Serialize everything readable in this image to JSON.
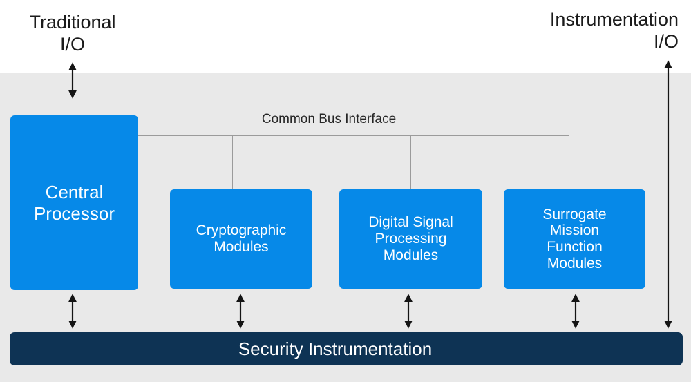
{
  "labels": {
    "traditional_io": "Traditional\nI/O",
    "instrumentation_io": "Instrumentation\nI/O",
    "common_bus": "Common Bus Interface"
  },
  "modules": {
    "central_processor": "Central\nProcessor",
    "cryptographic": "Cryptographic\nModules",
    "digital_signal": "Digital Signal\nProcessing\nModules",
    "surrogate": "Surrogate\nMission\nFunction\nModules"
  },
  "security_bar": {
    "label": "Security Instrumentation"
  },
  "colors": {
    "module_blue": "#0689E8",
    "navy": "#0E3354",
    "panel_gray": "#E9E9E9",
    "bus_line": "#9B9B9B",
    "arrow_black": "#141414",
    "label_dark": "#1B1B1B",
    "text_white": "#FFFFFF"
  }
}
